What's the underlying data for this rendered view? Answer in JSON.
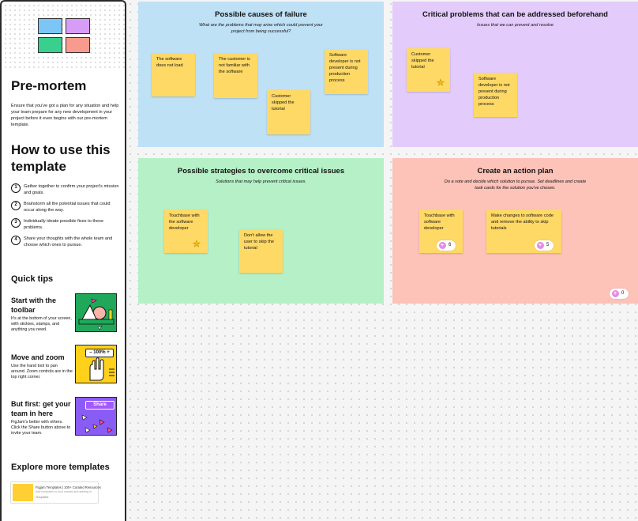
{
  "sidebar": {
    "title": "Pre-mortem",
    "description": "Ensure that you've got a plan for any situation and help your team prepare for any new development in your project before it even begins with our pre-mortem template.",
    "how_to_title": "How to use this template",
    "steps": [
      {
        "num": "1",
        "text": "Gather together to confirm your project's mission and goals."
      },
      {
        "num": "2",
        "text": "Brainstorm all the potential issues that could occur along the way."
      },
      {
        "num": "3",
        "text": "Individually ideate possible fixes to these problems."
      },
      {
        "num": "4",
        "text": "Share your thoughts with the whole team and choose which ones to pursue."
      }
    ],
    "quick_tips_title": "Quick tips",
    "tips": [
      {
        "title": "Start with the toolbar",
        "desc": "It's at the bottom of your screen, with stickies, stamps, and anything you need."
      },
      {
        "title": "Move and zoom",
        "desc": "Use the hand tool to pan around. Zoom controls are in the top right corner."
      },
      {
        "title": "But first: get your team in here",
        "desc": "FigJam's better with others. Click the Share button above to invite your team."
      }
    ],
    "zoom_label": "– 100% +",
    "share_label": "Share",
    "explore_title": "Explore more templates",
    "template_card": {
      "title": "Figjam Templates | 100+ Curated Resources",
      "subtitle": "Add templates to your canvas and starting in",
      "author": "Templates"
    }
  },
  "sections": {
    "causes": {
      "title": "Possible causes of failure",
      "subtitle": "What are the problems that may arise which could prevent your project from being successful?",
      "stickies": [
        "The software does not load",
        "The customer is not familiar with the software",
        "Customer skipped the tutorial",
        "Software developer is not present during production process"
      ]
    },
    "critical": {
      "title": "Critical problems that can be addressed beforehand",
      "subtitle": "Issues that we can prevent and resolve",
      "stickies": [
        "Customer skipped the tutorial",
        "Software developer is not present during production process"
      ]
    },
    "strategies": {
      "title": "Possible strategies to overcome critical issues",
      "subtitle": "Solutions that may help prevent critical issues.",
      "stickies": [
        "Touchbase with the software developer",
        "Don't allow the user to skip the tutorial"
      ]
    },
    "action": {
      "title": "Create an action plan",
      "subtitle": "Do a vote and decide which solution to pursue. Set deadlines and create task cards for the solution you've chosen.",
      "stickies": [
        "Touchbase with software developer",
        "Make changes to software code and remove the ability to skip tutorials"
      ],
      "votes": [
        "6",
        "5",
        "0"
      ]
    }
  },
  "colors": {
    "blue": "#bfe1f6",
    "purple": "#e3ccfb",
    "green": "#b5f0c7",
    "red": "#fdc2b8",
    "sticky": "#ffd966"
  }
}
